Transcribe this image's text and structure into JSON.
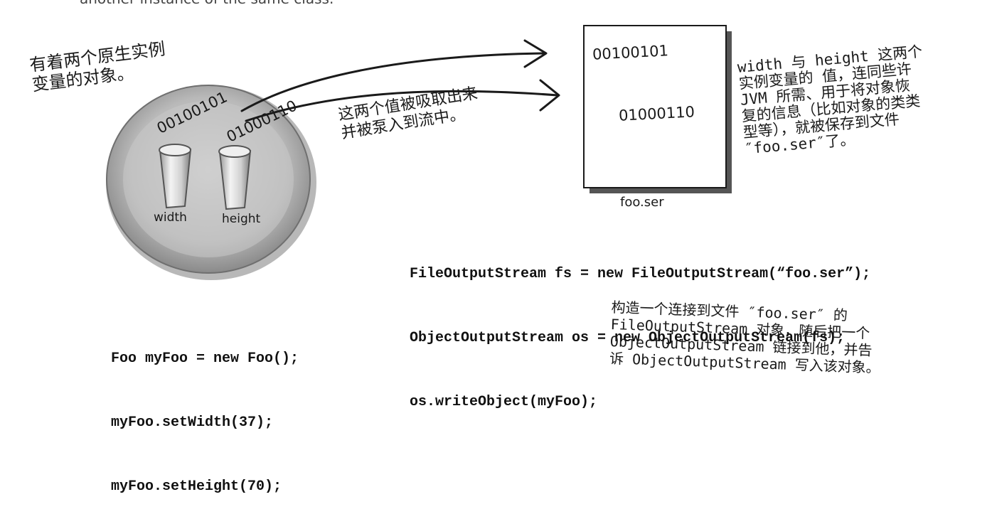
{
  "top_fragment": "another instance of the same class.",
  "object_label": [
    "有着两个原生实例",
    "变量的对象。"
  ],
  "bits": {
    "width": "00100101",
    "height": "01000110"
  },
  "cup_labels": {
    "width": "width",
    "height": "height"
  },
  "pump_label": [
    "这两个值被吸取出来",
    "并被泵入到流中。"
  ],
  "file": {
    "bits_1": "00100101",
    "bits_2": "01000110",
    "name": "foo.ser"
  },
  "file_note": [
    "width 与 height 这两个",
    "实例变量的 值，连同些许",
    "JVM 所需、用于将对象恢",
    "复的信息（比如对象的类类",
    "型等），就被保存到文件",
    "″foo.ser″了。"
  ],
  "stream_code": [
    "FileOutputStream fs = new FileOutputStream(“foo.ser”);",
    "ObjectOutputStream os = new ObjectOutputStream(fs);",
    "os.writeObject(myFoo);"
  ],
  "foo_code": [
    "Foo myFoo = new Foo();",
    "myFoo.setWidth(37);",
    "myFoo.setHeight(70);"
  ],
  "stream_note": [
    "构造一个连接到文件 ″foo.ser″ 的",
    "FileOutputStream 对象，随后把一个",
    "ObjectOutputStream 链接到他，并告",
    "诉 ObjectOutputStream 写入该对象。"
  ]
}
